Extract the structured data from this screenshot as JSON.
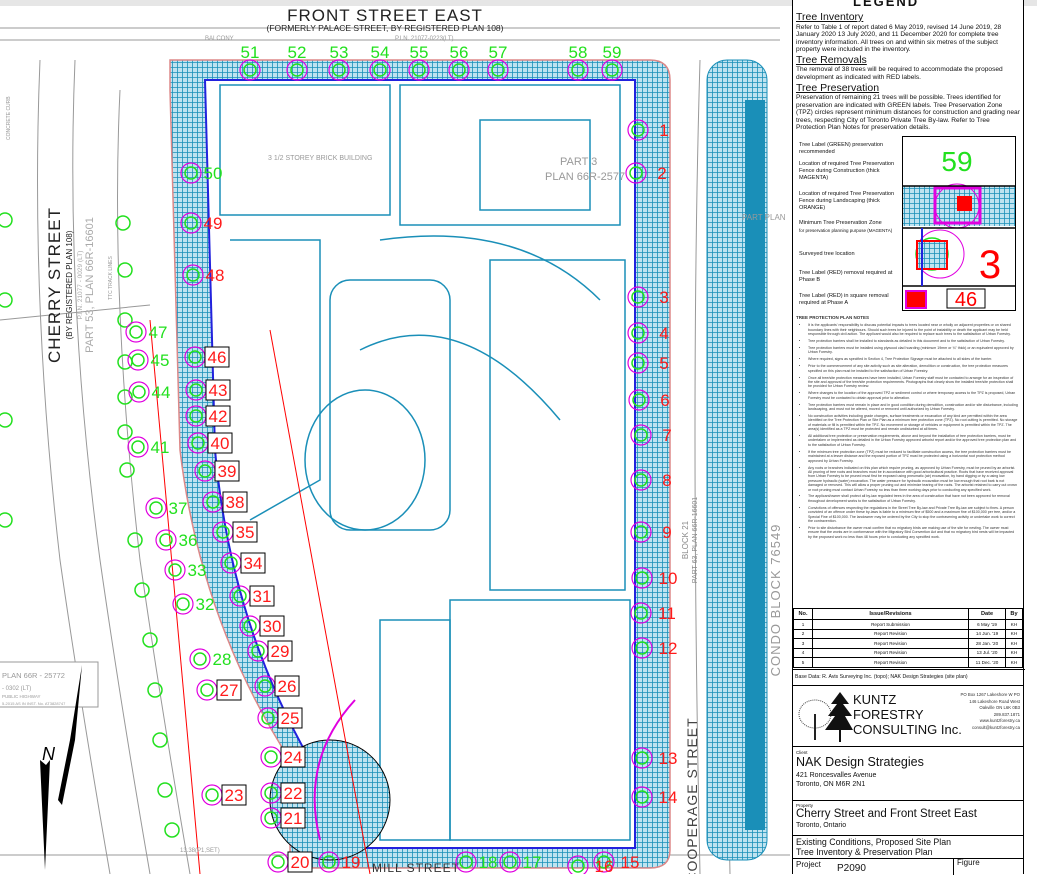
{
  "plan": {
    "streets": {
      "front": "FRONT STREET EAST",
      "front_sub": "(FORMERLY PALACE STREET, BY REGISTERED PLAN 108)",
      "cherry": "CHERRY STREET",
      "cherry_sub": "(BY REGISTERED PLAN 108)",
      "cherry_part": "PART 53, PLAN 66R-16601",
      "cherry_pin": "P.I.N. 21077 - 0029 (LT)",
      "cooperage": "COOPERAGE STREET",
      "condo": "CONDO BLOCK 76549",
      "block21": "BLOCK 21",
      "block21_part": "PART 63, PLAN 66R-16601",
      "pin_top": "P.I.N. 21077-0223(LT)",
      "part3": "PART 3",
      "plan66r": "PLAN 66R-2577",
      "left_box_1": "PLAN 66R - 25772",
      "left_box_2": "- 0302 (LT)",
      "left_box_3": "PUBLIC HIGHWAY",
      "left_box_4": "5-2015 AS IN INST. No. AT3828747",
      "storey": "3 1/2 STOREY BRICK BUILDING",
      "balcony": "BALCONY",
      "ttc": "TTC TRACK LINES",
      "part_plan": "PART PLAN",
      "concrete_curb": "CONCRETE CURB",
      "bottom_street": "MILL STREET",
      "survey_pt": "13.38(P1,SET)",
      "north": "N"
    },
    "trees": [
      {
        "id": "1",
        "status": "removal-b"
      },
      {
        "id": "2",
        "status": "removal-b"
      },
      {
        "id": "3",
        "status": "removal-b"
      },
      {
        "id": "4",
        "status": "removal-b"
      },
      {
        "id": "5",
        "status": "removal-b"
      },
      {
        "id": "6",
        "status": "removal-b"
      },
      {
        "id": "7",
        "status": "removal-b"
      },
      {
        "id": "8",
        "status": "removal-b"
      },
      {
        "id": "9",
        "status": "removal-b"
      },
      {
        "id": "10",
        "status": "removal-b"
      },
      {
        "id": "11",
        "status": "removal-b"
      },
      {
        "id": "12",
        "status": "removal-b"
      },
      {
        "id": "13",
        "status": "removal-b"
      },
      {
        "id": "14",
        "status": "removal-b"
      },
      {
        "id": "15",
        "status": "removal-b"
      },
      {
        "id": "16",
        "status": "removal-b"
      },
      {
        "id": "17",
        "status": "preserve"
      },
      {
        "id": "18",
        "status": "preserve"
      },
      {
        "id": "19",
        "status": "removal-b"
      },
      {
        "id": "20",
        "status": "removal-a"
      },
      {
        "id": "21",
        "status": "removal-a"
      },
      {
        "id": "22",
        "status": "removal-a"
      },
      {
        "id": "23",
        "status": "removal-a"
      },
      {
        "id": "24",
        "status": "removal-a"
      },
      {
        "id": "25",
        "status": "removal-a"
      },
      {
        "id": "26",
        "status": "removal-a"
      },
      {
        "id": "27",
        "status": "removal-a"
      },
      {
        "id": "28",
        "status": "preserve"
      },
      {
        "id": "29",
        "status": "removal-a"
      },
      {
        "id": "30",
        "status": "removal-a"
      },
      {
        "id": "31",
        "status": "removal-a"
      },
      {
        "id": "32",
        "status": "preserve"
      },
      {
        "id": "33",
        "status": "preserve"
      },
      {
        "id": "34",
        "status": "removal-a"
      },
      {
        "id": "35",
        "status": "removal-a"
      },
      {
        "id": "36",
        "status": "preserve"
      },
      {
        "id": "37",
        "status": "preserve"
      },
      {
        "id": "38",
        "status": "removal-a"
      },
      {
        "id": "39",
        "status": "removal-a"
      },
      {
        "id": "40",
        "status": "removal-a"
      },
      {
        "id": "41",
        "status": "preserve"
      },
      {
        "id": "42",
        "status": "removal-a"
      },
      {
        "id": "43",
        "status": "removal-a"
      },
      {
        "id": "44",
        "status": "preserve"
      },
      {
        "id": "45",
        "status": "preserve"
      },
      {
        "id": "46",
        "status": "removal-a"
      },
      {
        "id": "47",
        "status": "preserve"
      },
      {
        "id": "48",
        "status": "removal-b"
      },
      {
        "id": "49",
        "status": "removal-b"
      },
      {
        "id": "50",
        "status": "preserve"
      },
      {
        "id": "51",
        "status": "preserve"
      },
      {
        "id": "52",
        "status": "preserve"
      },
      {
        "id": "53",
        "status": "preserve"
      },
      {
        "id": "54",
        "status": "preserve"
      },
      {
        "id": "55",
        "status": "preserve"
      },
      {
        "id": "56",
        "status": "preserve"
      },
      {
        "id": "57",
        "status": "preserve"
      },
      {
        "id": "58",
        "status": "preserve"
      },
      {
        "id": "59",
        "status": "preserve"
      }
    ],
    "colors": {
      "preserve": "#22e01e",
      "removal": "#ff1a1a",
      "site": "#1a8fb8",
      "tpz": "#e000e0",
      "line": "#2222dd"
    }
  },
  "legend": {
    "title": "LEGEND",
    "inventory_h": "Tree Inventory",
    "inventory_p": "Refer to Table 1 of report dated 6 May 2019, revised 14 June 2019, 28 January 2020 13 July 2020, and 11 December 2020 for complete tree inventory information.  All trees on and within six metres of the subject property were included in the inventory.",
    "removals_h": "Tree Removals",
    "removals_p": "The removal of 38 trees will be required to accommodate the proposed development as indicated with RED labels.",
    "preservation_h": "Tree Preservation",
    "preservation_p": "Preservation of remaining 21 trees will be possible.  Trees identified for preservation are indicated with GREEN labels.  Tree Preservation Zone (TPZ) circles represent minimum distances for construction and grading near trees, respecting City of Toronto Private Tree By-law.  Refer to Tree Protection Plan Notes for preservation details.",
    "items": [
      "Tree Label (GREEN) preservation recommended",
      "Location of required Tree Preservation Fence during Construction (thick MAGENTA)",
      "Location of required Tree Preservation Fence during Landscaping (thick ORANGE)",
      "Minimum Tree Preservation Zone",
      "for preservation planning purpose (MAGENTA)",
      "Surveyed tree location",
      "Tree Label (RED) removal required at Phase B",
      "Tree Label (RED) in square removal required at Phase A"
    ],
    "sample_green": "59",
    "sample_red": "3",
    "sample_square": "46"
  },
  "notes": {
    "title": "TREE PROTECTION PLAN NOTES",
    "items": [
      "It is the applicants' responsibility to discuss potential impacts to trees located near or wholly on adjacent properties or on shared boundary lines with their neighbours. Should such trees be injured to the point of instability or death the applicant may be held responsible through civil action. The applicant would also be required to replace such trees to the satisfaction of Urban Forestry.",
      "Tree protection barriers shall be installed to standards as detailed in this document and to the satisfaction of Urban Forestry.",
      "Tree protection barriers must be installed using plywood clad hoarding (minimum 19mm or ¾\" thick) or an equivalent approved by Urban Forestry.",
      "Where required, signs as specified in Section 4, Tree Protection Signage must be attached to all sides of the barrier.",
      "Prior to the commencement of any site activity such as site alteration, demolition or construction, the tree protection measures specified on this plan must be installed to the satisfaction of Urban Forestry.",
      "Once all tree/site protection measures have been installed, Urban Forestry staff must be contacted to arrange for an inspection of the site and approval of the tree/site protection requirements. Photographs that clearly show the installed tree/site protection shall be provided for Urban Forestry review.",
      "Where changes to the location of the approved TPZ or sediment control or where temporary access to the TPZ is proposed, Urban Forestry must be contacted to obtain approval prior to alteration.",
      "Tree protection barriers must remain in place and in good condition during demolition, construction and/or site disturbance, including landscaping, and must not be altered, moved or removed until authorized by Urban Forestry.",
      "No construction activities including grade changes, surface treatments or excavation of any kind are permitted within the area identified on the Tree Protection Plan or Site Plan as a minimum tree protection zone (TPZ). No root cutting is permitted. No storage of materials or fill is permitted within the TPZ. No movement or storage of vehicles or equipment is permitted within the TPZ. The area(s) identified as a TPZ must be protected and remain undisturbed at all times.",
      "All additional tree protection or preservation requirements, above and beyond the installation of tree protection barriers, must be undertaken or implemented as detailed in the Urban Forestry approved arborist report and/or the approved tree protection plan and to the satisfaction of Urban Forestry.",
      "If the minimum tree protection zone (TPZ) must be reduced to facilitate construction access, the tree protection barriers must be maintained at a lesser distance and the exposed portion of TPZ must be protected using a horizontal root protection method approved by Urban Forestry.",
      "Any roots or branches indicated on this plan which require pruning, as approved by Urban Forestry, must be pruned by an arborist. All pruning of tree roots and branches must be in accordance with good arboricultural practice. Roots that have received approval from Urban Forestry to be pruned must first be exposed using pneumatic (air) excavation, by hand digging or by a using low pressure hydraulic (water) excavation. The water pressure for hydraulic excavation must be low enough that root bark is not damaged or removed. This will allow a proper pruning cut and minimize tearing of the roots. The arborist retained to carry out crown or root pruning must contact Urban Forestry no less than three working days prior to conducting any specified work.",
      "The applicant/owner shall protect all by-law regulated trees in the area of construction that have not been approved for removal throughout development works to the satisfaction of Urban Forestry.",
      "Convictions of offences respecting the regulations in the Street Tree By-law and Private Tree By-law are subject to fines. A person convicted of an offence under these by-laws is liable to a minimum fine of $500 and a maximum fine of $100,000 per tree, and/or a Special Fine of $100,000. The landowner may be ordered by the City to stop the contravening activity or undertake work to correct the contravention.",
      "Prior to site disturbance the owner must confirm that no migratory birds are making use of the site for nesting. The owner must ensure that the works are in conformance with the Migratory Bird Convention Act and that no migratory bird nests will be impacted by the proposed work no less than 48 hours prior to conducting any specified work."
    ]
  },
  "revisions": {
    "headers": [
      "No.",
      "Issue/Revisions",
      "Date",
      "By"
    ],
    "rows": [
      [
        "1",
        "Report Submission",
        "6 May '19",
        "KH"
      ],
      [
        "2",
        "Report Revision",
        "14 Jun. '19",
        "KH"
      ],
      [
        "3",
        "Report Revision",
        "28 Jan. '20",
        "KH"
      ],
      [
        "4",
        "Report Revision",
        "13 Jul. '20",
        "KH"
      ],
      [
        "5",
        "Report Revision",
        "11 Dec. '20",
        "KH"
      ]
    ]
  },
  "base_data": "Base Data:  R. Avis Surveying Inc. (topo); NAK Design Strategies (site plan)",
  "company": {
    "name_1": "KUNTZ",
    "name_2": "FORESTRY",
    "name_3": "CONSULTING Inc.",
    "address": [
      "PO Box 1267 Lakeshore W PO",
      "146 Lakeshore Road West",
      "Oakville ON L6K 0B3",
      "289.837.1871",
      "www.kuntzforestry.ca",
      "consult@kuntzforestry.ca"
    ]
  },
  "client": {
    "label": "Client",
    "name": "NAK Design Strategies",
    "address_1": "421 Roncesvalles Avenue",
    "address_2": "Toronto, ON M6R 2N1"
  },
  "property": {
    "label": "Property",
    "name": "Cherry Street and Front Street East",
    "city": "Toronto, Ontario"
  },
  "figure_title": {
    "line_1": "Existing Conditions, Proposed Site Plan",
    "line_2": "Tree Inventory & Preservation Plan"
  },
  "project": {
    "label": "Project",
    "value": "P2090",
    "figure_label": "Figure"
  }
}
